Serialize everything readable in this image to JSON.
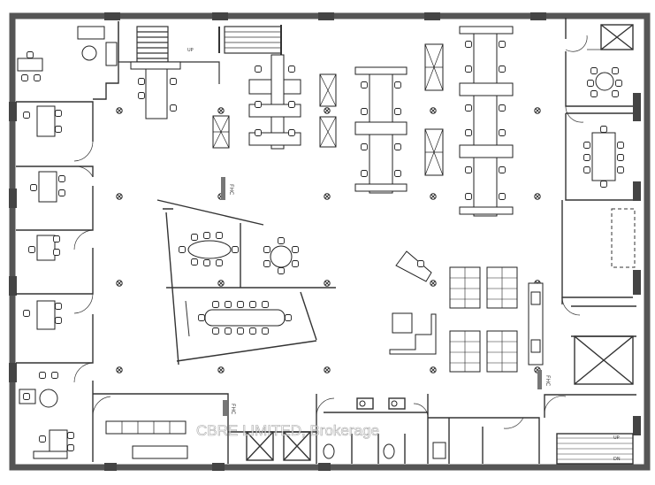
{
  "watermark": "CBRE LIMITED, Brokerage",
  "labels": {
    "fhc_top": "FHC",
    "fhc_bottom": "FHC",
    "fhc_right": "FHC",
    "stair_top_up": "UP",
    "stair_right_up": "UP",
    "stair_right_dn": "DN"
  },
  "colors": {
    "wall": "#555555",
    "line": "#222222",
    "furniture": "#333333",
    "glass": "#666666",
    "background": "#ffffff"
  }
}
